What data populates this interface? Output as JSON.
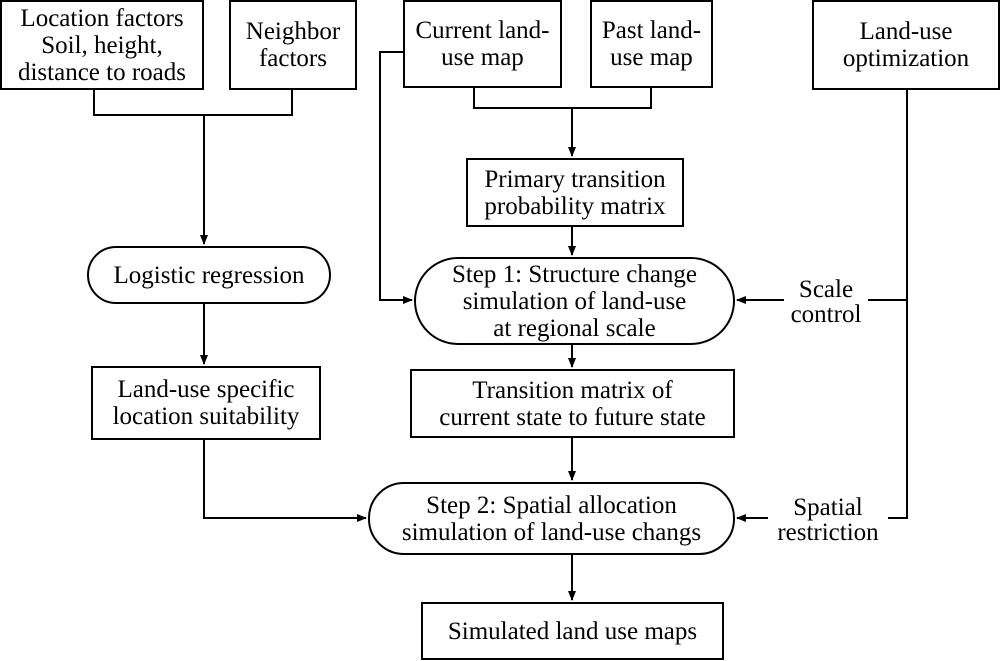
{
  "nodes": {
    "location_factors": {
      "lines": [
        "Location factors",
        "Soil, height,",
        "distance to roads"
      ]
    },
    "neighbor_factors": {
      "lines": [
        "Neighbor",
        "factors"
      ]
    },
    "current_map": {
      "lines": [
        "Current land-",
        "use map"
      ]
    },
    "past_map": {
      "lines": [
        "Past land-",
        "use map"
      ]
    },
    "optimization": {
      "lines": [
        "Land-use",
        "optimization"
      ]
    },
    "primary_matrix": {
      "lines": [
        "Primary transition",
        "probability matrix"
      ]
    },
    "logistic": {
      "lines": [
        "Logistic regression"
      ]
    },
    "step1": {
      "lines": [
        "Step 1: Structure change",
        "simulation of land-use",
        "at regional scale"
      ]
    },
    "suitability": {
      "lines": [
        "Land-use specific",
        "location suitability"
      ]
    },
    "transition_matrix": {
      "lines": [
        "Transition matrix of",
        "current state to future state"
      ]
    },
    "step2": {
      "lines": [
        "Step 2: Spatial allocation",
        "simulation of land-use changs"
      ]
    },
    "simulated": {
      "lines": [
        "Simulated land use maps"
      ]
    }
  },
  "labels": {
    "scale_control": [
      "Scale",
      "control"
    ],
    "spatial_restriction": [
      "Spatial",
      "restriction"
    ]
  }
}
